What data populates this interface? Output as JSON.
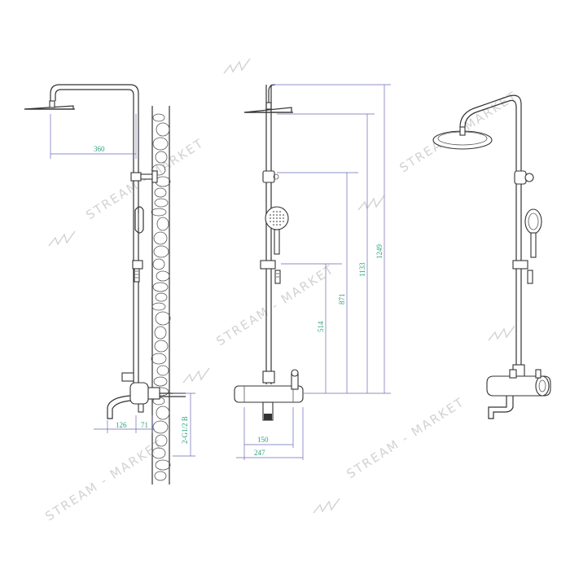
{
  "dimensions": {
    "head_diameter": "360",
    "spout_reach": "126",
    "spout_offset": "71",
    "inlet_thread": "2-G1/2 B",
    "body_width": "150",
    "body_total_width": "247",
    "h_mixer_to_handshower": "514",
    "h_mixer_to_slider": "871",
    "h_mixer_to_bracket": "1133",
    "h_mixer_to_top": "1249"
  },
  "watermark": {
    "text": "STREAM - MARKET"
  },
  "colors": {
    "dimension_text": "#2aa27a",
    "dimension_line": "#6a6ab8",
    "outline": "#333333",
    "watermark": "#d2d2d2"
  }
}
